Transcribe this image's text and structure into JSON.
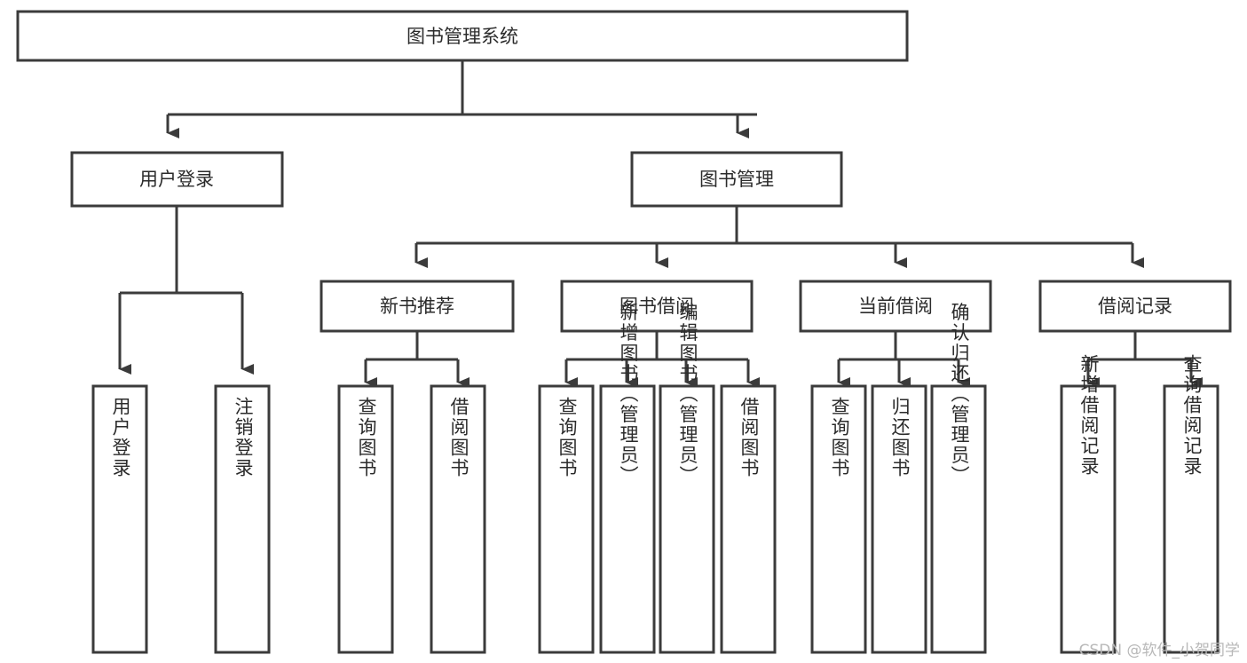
{
  "diagram": {
    "type": "tree-hierarchy",
    "title": "图书管理系统",
    "orientation": "top-down",
    "colors": {
      "stroke": "#3b3b3b",
      "fill": "#ffffff",
      "text": "#2b2b2b",
      "watermark": "#b8b8b8"
    },
    "nodes": {
      "root": {
        "label": "图书管理系统"
      },
      "level1": [
        {
          "id": "user-login",
          "label": "用户登录"
        },
        {
          "id": "book-manage",
          "label": "图书管理"
        }
      ],
      "level2": [
        {
          "id": "new-book-recommend",
          "label": "新书推荐",
          "parent": "book-manage"
        },
        {
          "id": "book-borrow",
          "label": "图书借阅",
          "parent": "book-manage"
        },
        {
          "id": "current-borrow",
          "label": "当前借阅",
          "parent": "book-manage"
        },
        {
          "id": "borrow-record",
          "label": "借阅记录",
          "parent": "book-manage"
        }
      ],
      "leaves": {
        "user-login": [
          {
            "id": "leaf-user-login",
            "label": "用户登录"
          },
          {
            "id": "leaf-user-logout",
            "label": "注销登录"
          }
        ],
        "new-book-recommend": [
          {
            "id": "leaf-query-book-1",
            "label": "查询图书"
          },
          {
            "id": "leaf-borrow-book-1",
            "label": "借阅图书"
          }
        ],
        "book-borrow": [
          {
            "id": "leaf-query-book-2",
            "label": "查询图书"
          },
          {
            "id": "leaf-add-book",
            "label": "新增图书（管理员）"
          },
          {
            "id": "leaf-edit-book",
            "label": "编辑图书（管理员）"
          },
          {
            "id": "leaf-borrow-book-2",
            "label": "借阅图书"
          }
        ],
        "current-borrow": [
          {
            "id": "leaf-query-book-3",
            "label": "查询图书"
          },
          {
            "id": "leaf-return-book",
            "label": "归还图书"
          },
          {
            "id": "leaf-confirm-return",
            "label": "确认归还（管理员）"
          }
        ],
        "borrow-record": [
          {
            "id": "leaf-add-record",
            "label": "新增借阅记录"
          },
          {
            "id": "leaf-query-record",
            "label": "查询借阅记录"
          }
        ]
      }
    }
  },
  "watermark": {
    "text": "CSDN @软件_小贺同学"
  }
}
